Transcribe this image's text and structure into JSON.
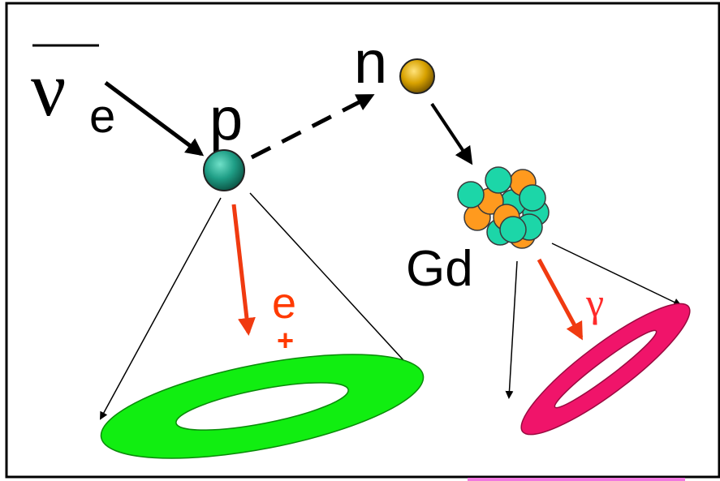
{
  "labels": {
    "antineutrino_symbol": "ν",
    "antineutrino_subscript": "e",
    "proton": "p",
    "neutron": "n",
    "gadolinium": "Gd",
    "positron_symbol": "e",
    "positron_charge": "+",
    "gamma": "γ"
  },
  "colors": {
    "background": "#ffffff",
    "frame": "#000000",
    "arrow": "#000000",
    "particle_arrow": "#f03a10",
    "positron_label": "#ff3a00",
    "gamma_label": "#ff2a2a",
    "proton": "#1f9e86",
    "neutron": "#d8a200",
    "nucleus_teal": "#1cd6a8",
    "nucleus_orange": "#ff9a1e",
    "positron_ring": "#11ee11",
    "gamma_ring": "#f0146a",
    "corner_patch": "#f078e0"
  },
  "icons": {
    "proton": "sphere",
    "neutron": "sphere",
    "nucleus": "cluster-of-spheres",
    "positron_ring": "annulus",
    "gamma_ring": "annulus"
  }
}
